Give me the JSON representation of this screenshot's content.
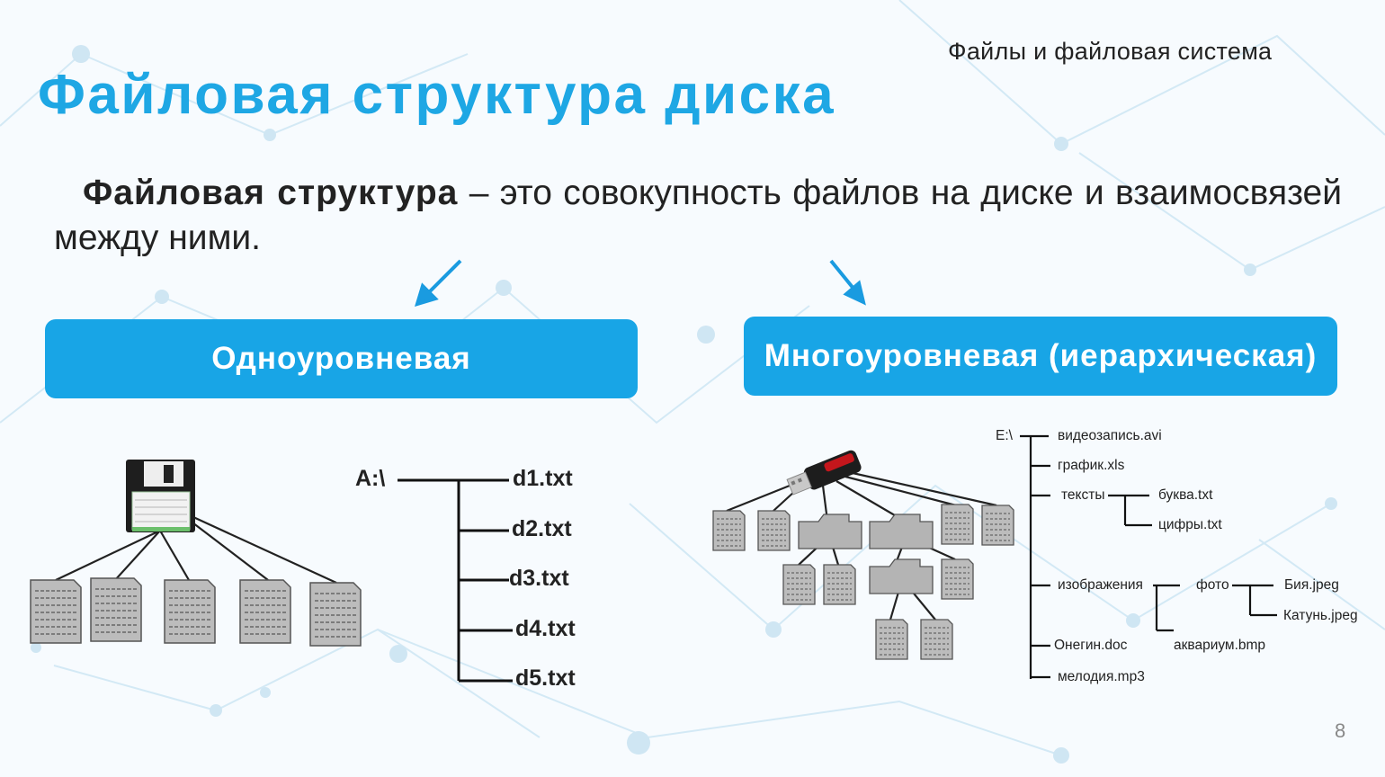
{
  "header": {
    "subject": "Файлы и файловая система",
    "title": "Файловая структура диска"
  },
  "definition": {
    "term": "Файловая структура",
    "text": " – это совокупность файлов на диске и взаимосвязей между ними."
  },
  "categories": {
    "single_level": "Одноуровневая",
    "multi_level": "Многоуровневая (иерархическая)"
  },
  "single_tree": {
    "root": "A:\\",
    "files": [
      "d1.txt",
      "d2.txt",
      "d3.txt",
      "d4.txt",
      "d5.txt"
    ]
  },
  "multi_tree": {
    "root": "E:\\",
    "video": "видеозапись.avi",
    "chart": "график.xls",
    "texts": "тексты",
    "letter": "буква.txt",
    "digits": "цифры.txt",
    "images": "изображения",
    "photo": "фото",
    "biya": "Бия.jpeg",
    "katun": "Катунь.jpeg",
    "onegin": "Онегин.doc",
    "aquarium": "аквариум.bmp",
    "melody": "мелодия.mp3"
  },
  "colors": {
    "accent": "#1ea7e4",
    "box": "#18a5e6",
    "arrow": "#1a9be0",
    "file_gray": "#bcbcbc"
  },
  "icons": [
    "floppy-disk-icon",
    "usb-drive-icon",
    "document-icon",
    "folder-icon"
  ],
  "page_number": "8"
}
